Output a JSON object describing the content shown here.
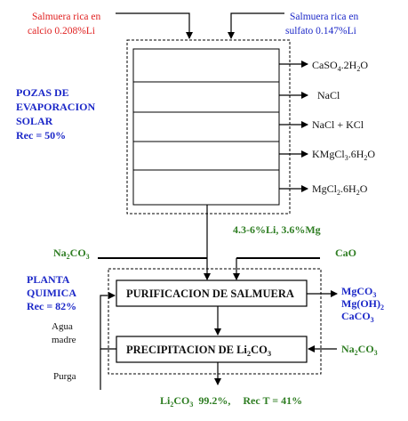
{
  "inputs": {
    "left_line1": "Salmuera rica en",
    "left_line2": "calcio 0.208%Li",
    "right_line1": "Salmuera rica en",
    "right_line2": "sulfato 0.147%Li"
  },
  "ponds": {
    "title_line1": "POZAS DE",
    "title_line2": "EVAPORACION",
    "title_line3": "SOLAR",
    "recovery": "Rec = 50%",
    "outputs": [
      {
        "main": "CaSO",
        "sub": "4",
        "rest": ".2H",
        "sub2": "2",
        "end": "O"
      },
      {
        "main": "NaCl",
        "sub": "",
        "rest": "",
        "sub2": "",
        "end": ""
      },
      {
        "main": "NaCl + KCl",
        "sub": "",
        "rest": "",
        "sub2": "",
        "end": ""
      },
      {
        "main": "KMgCl",
        "sub": "3",
        "rest": ".6H",
        "sub2": "2",
        "end": "O"
      },
      {
        "main": "MgCl",
        "sub": "2",
        "rest": ".6H",
        "sub2": "2",
        "end": "O"
      }
    ]
  },
  "concentrate": "4.3-6%Li, 3.6%Mg",
  "reagents": {
    "na2co3_top_main": "Na",
    "na2co3_top_sub1": "2",
    "na2co3_top_mid": "CO",
    "na2co3_top_sub2": "3",
    "cao": "CaO",
    "na2co3_right_main": "Na",
    "na2co3_right_sub1": "2",
    "na2co3_right_mid": "CO",
    "na2co3_right_sub2": "3"
  },
  "plant": {
    "title_line1": "PLANTA",
    "title_line2": "QUIMICA",
    "recovery": "Rec = 82%",
    "purification": "PURIFICACION DE SALMUERA",
    "precipitation_main": "PRECIPITACION DE Li",
    "precipitation_sub1": "2",
    "precipitation_mid": "CO",
    "precipitation_sub2": "3",
    "mother_liquor_line1": "Agua",
    "mother_liquor_line2": "madre",
    "purge": "Purga",
    "byproduct1_main": "MgCO",
    "byproduct1_sub": "3",
    "byproduct2_main": "Mg(OH)",
    "byproduct2_sub": "2",
    "byproduct3_main": "CaCO",
    "byproduct3_sub": "3"
  },
  "product": {
    "formula_main": "Li",
    "formula_sub1": "2",
    "formula_mid": "CO",
    "formula_sub2": "3",
    "purity": "99.2%,",
    "recovery": "Rec T = 41%"
  }
}
